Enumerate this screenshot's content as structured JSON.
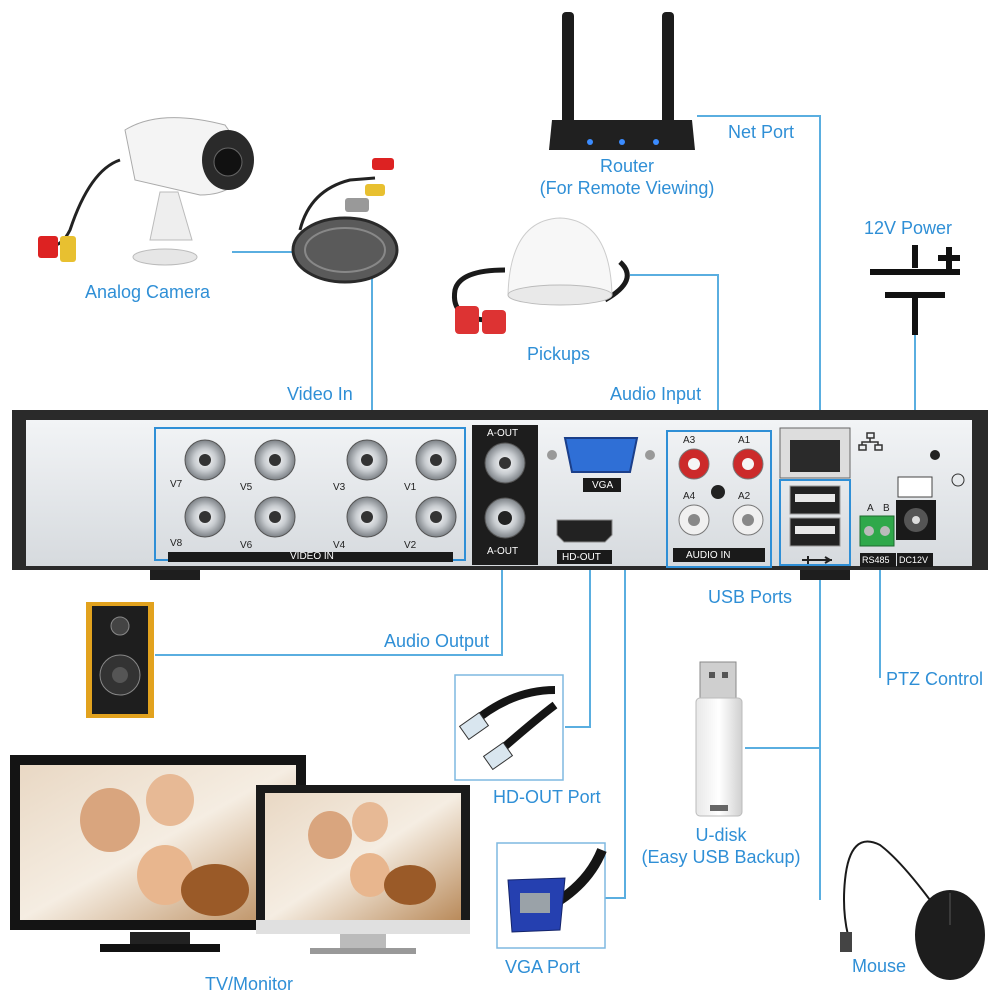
{
  "labels": {
    "router": "Router",
    "router_sub": "(For Remote Viewing)",
    "net_port": "Net Port",
    "power": "12V Power",
    "analog_camera": "Analog Camera",
    "pickups": "Pickups",
    "video_in": "Video In",
    "audio_input": "Audio Input",
    "usb_ports": "USB Ports",
    "audio_output": "Audio Output",
    "ptz_control": "PTZ Control",
    "hdout_port": "HD-OUT Port",
    "udisk": "U-disk",
    "udisk_sub": "(Easy USB Backup)",
    "vga_port": "VGA Port",
    "mouse": "Mouse",
    "tv_monitor": "TV/Monitor"
  },
  "panel": {
    "video_in": "VIDEO IN",
    "channels_top": [
      "V7",
      "V5",
      "V3",
      "V1"
    ],
    "channels_bottom": [
      "V8",
      "V6",
      "V4",
      "V2"
    ],
    "aout_top": "A-OUT",
    "aout_bottom": "A-OUT",
    "vga": "VGA",
    "hdout": "HD-OUT",
    "audio_in": "AUDIO IN",
    "audio_top": [
      "A3",
      "A1"
    ],
    "audio_bottom": [
      "A4",
      "A2"
    ],
    "rs485": "RS485",
    "rs485_pins": [
      "A",
      "B"
    ],
    "dc": "DC12V"
  },
  "colors": {
    "accent": "#2f8fd6",
    "line": "#5aaee0",
    "device": "#2a2a2a"
  }
}
